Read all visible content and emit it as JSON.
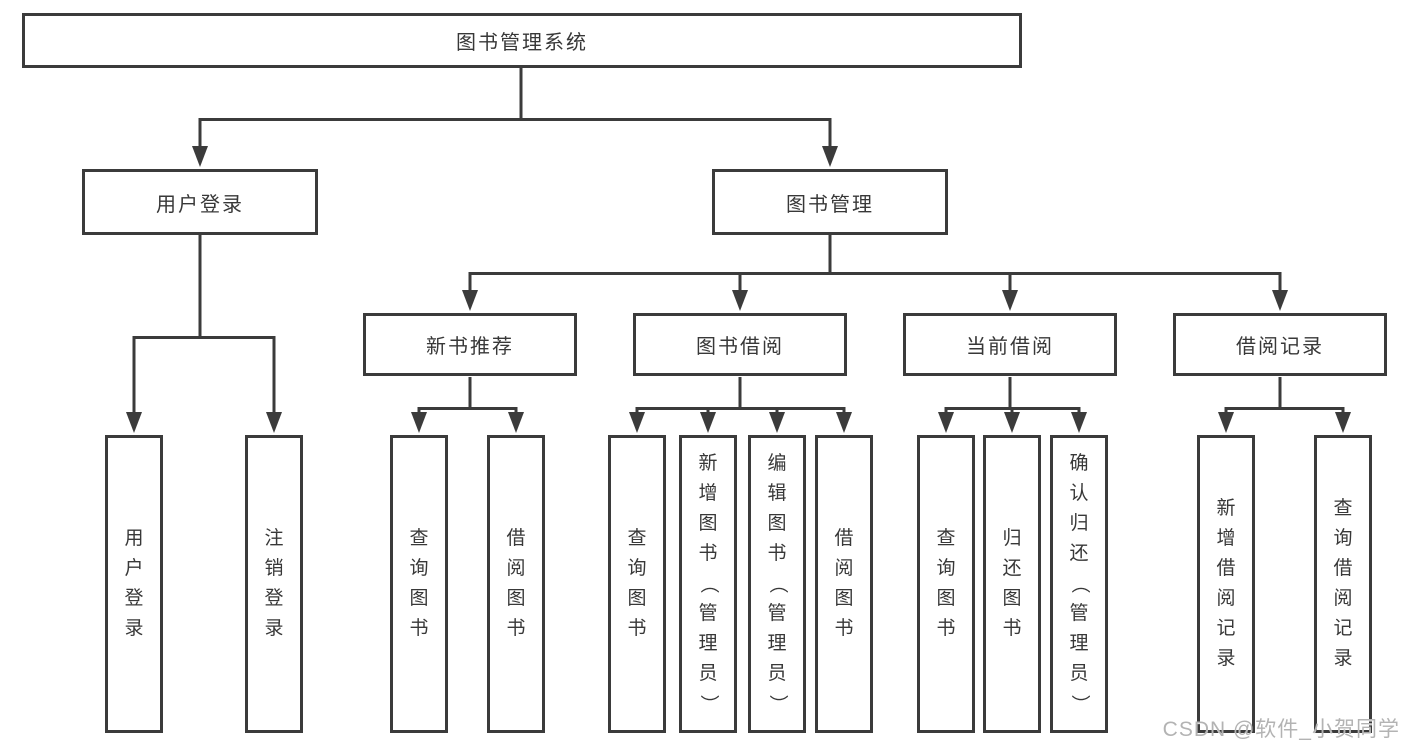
{
  "diagram": {
    "title_node": "图书管理系统",
    "level2": {
      "login": "用户登录",
      "management": "图书管理"
    },
    "level3": [
      "新书推荐",
      "图书借阅",
      "当前借阅",
      "借阅记录"
    ],
    "leaves": {
      "login": [
        "用户登录",
        "注销登录"
      ],
      "recommend": [
        "查询图书",
        "借阅图书"
      ],
      "borrow": [
        "查询图书",
        "新增图书（管理员）",
        "编辑图书（管理员）",
        "借阅图书"
      ],
      "current": [
        "查询图书",
        "归还图书",
        "确认归还（管理员）"
      ],
      "record": [
        "新增借阅记录",
        "查询借阅记录"
      ]
    }
  },
  "watermark": "CSDN @软件_小贺同学",
  "colors": {
    "line": "#3b3b3b",
    "text": "#383838",
    "background": "#ffffff",
    "watermark": "#b3b3b3"
  }
}
